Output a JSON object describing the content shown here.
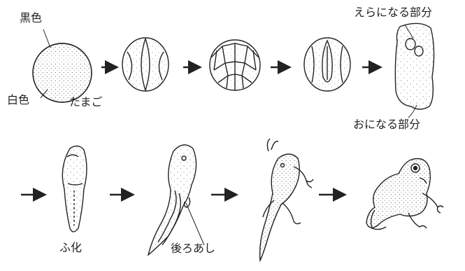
{
  "labels": {
    "black_part": "黒色",
    "white_part": "白色",
    "egg": "たまご",
    "gill_part": "えらになる部分",
    "tail_part": "おになる部分",
    "hatch": "ふ化",
    "hind_legs": "後ろあし"
  },
  "colors": {
    "ink": "#222222",
    "paper": "#ffffff"
  },
  "stages": [
    "egg",
    "two-cell",
    "many-cell",
    "neural-groove",
    "elongated-embryo",
    "hatched-tadpole",
    "tadpole-hind-legs",
    "tadpole-four-legs",
    "frog"
  ]
}
